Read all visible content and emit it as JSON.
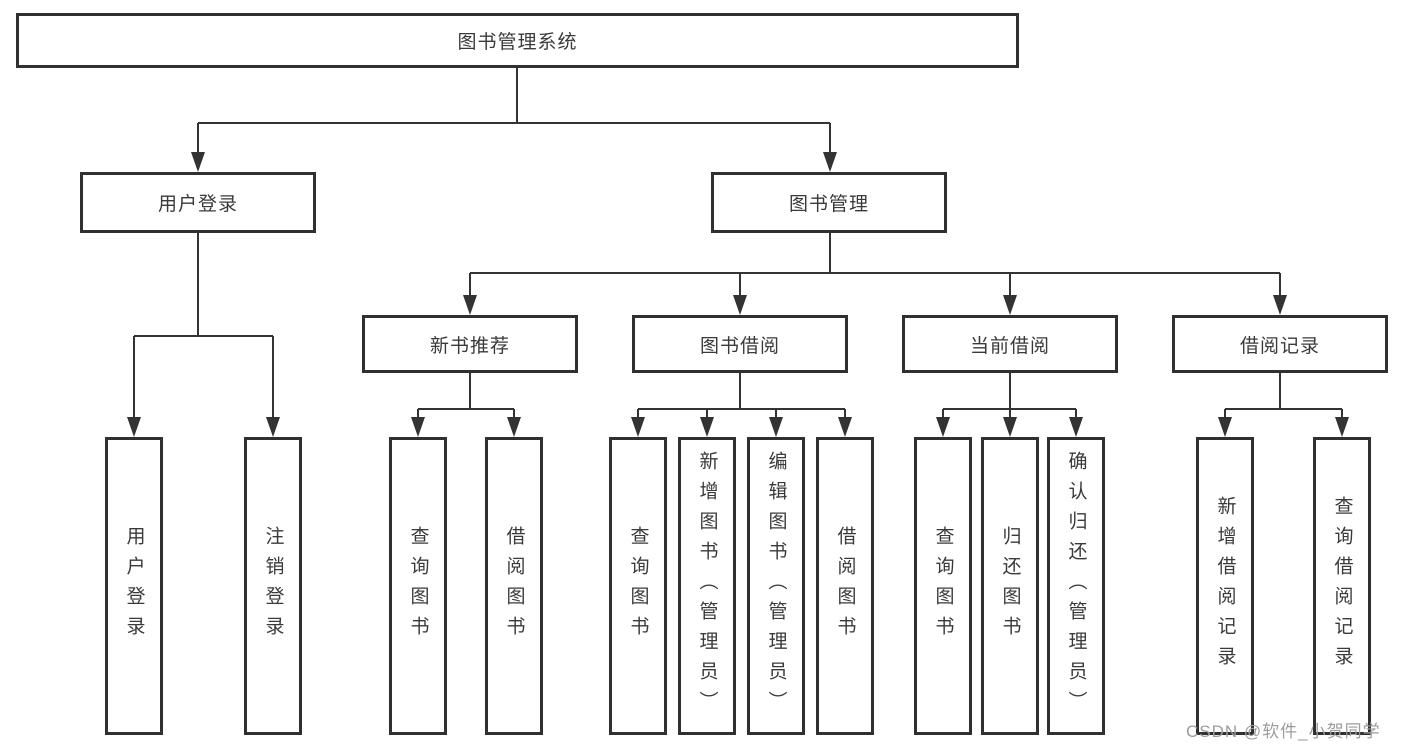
{
  "diagram": {
    "root": {
      "label": "图书管理系统"
    },
    "level2": [
      {
        "label": "用户登录",
        "leaves": [
          {
            "label": "用户登录"
          },
          {
            "label": "注销登录"
          }
        ]
      },
      {
        "label": "图书管理",
        "groups": [
          {
            "label": "新书推荐",
            "leaves": [
              {
                "label": "查询图书"
              },
              {
                "label": "借阅图书"
              }
            ]
          },
          {
            "label": "图书借阅",
            "leaves": [
              {
                "label": "查询图书"
              },
              {
                "label": "新增图书（管理员）"
              },
              {
                "label": "编辑图书（管理员）"
              },
              {
                "label": "借阅图书"
              }
            ]
          },
          {
            "label": "当前借阅",
            "leaves": [
              {
                "label": "查询图书"
              },
              {
                "label": "归还图书"
              },
              {
                "label": "确认归还（管理员）"
              }
            ]
          },
          {
            "label": "借阅记录",
            "leaves": [
              {
                "label": "新增借阅记录"
              },
              {
                "label": "查询借阅记录"
              }
            ]
          }
        ]
      }
    ]
  },
  "watermark": {
    "text": "CSDN @软件_小贺同学"
  },
  "colors": {
    "line": "#333333",
    "box_border": "#303030",
    "text": "#3a3a3a",
    "watermark": "#9c9c9c",
    "background": "#ffffff"
  }
}
